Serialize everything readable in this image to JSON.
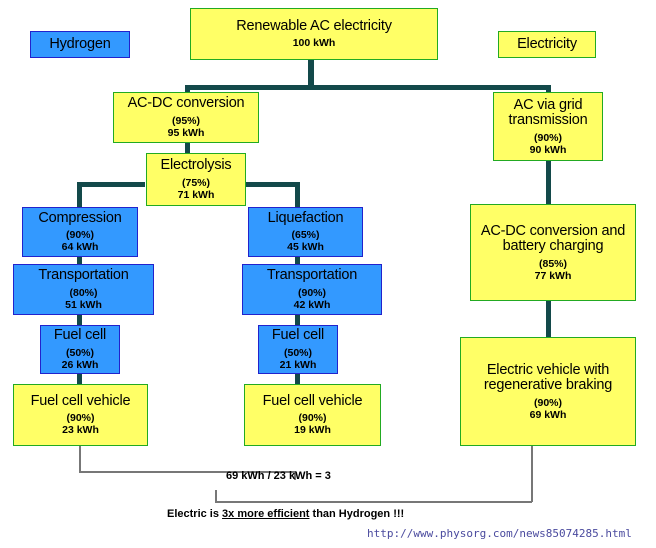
{
  "diagram": {
    "legend": {
      "hydrogen": "Hydrogen",
      "electricity": "Electricity"
    },
    "nodes": {
      "source": {
        "title": "Renewable AC electricity",
        "pct": "",
        "kwh": "100 kWh"
      },
      "ac_dc": {
        "title": "AC-DC conversion",
        "pct": "(95%)",
        "kwh": "95 kWh"
      },
      "electrolysis": {
        "title": "Electrolysis",
        "pct": "(75%)",
        "kwh": "71 kWh"
      },
      "compression": {
        "title": "Compression",
        "pct": "(90%)",
        "kwh": "64 kWh"
      },
      "transport_l": {
        "title": "Transportation",
        "pct": "(80%)",
        "kwh": "51 kWh"
      },
      "fuelcell_l": {
        "title": "Fuel cell",
        "pct": "(50%)",
        "kwh": "26 kWh"
      },
      "fcv_l": {
        "title": "Fuel cell vehicle",
        "pct": "(90%)",
        "kwh": "23 kWh"
      },
      "liquefaction": {
        "title": "Liquefaction",
        "pct": "(65%)",
        "kwh": "45 kWh"
      },
      "transport_m": {
        "title": "Transportation",
        "pct": "(90%)",
        "kwh": "42 kWh"
      },
      "fuelcell_m": {
        "title": "Fuel cell",
        "pct": "(50%)",
        "kwh": "21 kWh"
      },
      "fcv_m": {
        "title": "Fuel cell vehicle",
        "pct": "(90%)",
        "kwh": "19 kWh"
      },
      "grid": {
        "title": "AC via grid transmission",
        "pct": "(90%)",
        "kwh": "90 kWh"
      },
      "battery": {
        "title": "AC-DC conversion and battery charging",
        "pct": "(85%)",
        "kwh": "77 kWh"
      },
      "ev": {
        "title": "Electric vehicle with regenerative braking",
        "pct": "(90%)",
        "kwh": "69 kWh"
      }
    },
    "annotations": {
      "ratio": "69 kWh / 23 kWh = 3",
      "conclusion_pre": "Electric is ",
      "conclusion_underlined": "3x more efficient",
      "conclusion_post": " than Hydrogen !!!",
      "url": "http://www.physorg.com/news85074285.html"
    },
    "colors": {
      "hydrogen_fill": "#3399ff",
      "hydrogen_border": "#2222cc",
      "electricity_fill": "#ffff66",
      "electricity_border": "#22aa22",
      "connector": "#13494a",
      "bracket": "#777777",
      "url_text": "#4a4a9e"
    }
  }
}
